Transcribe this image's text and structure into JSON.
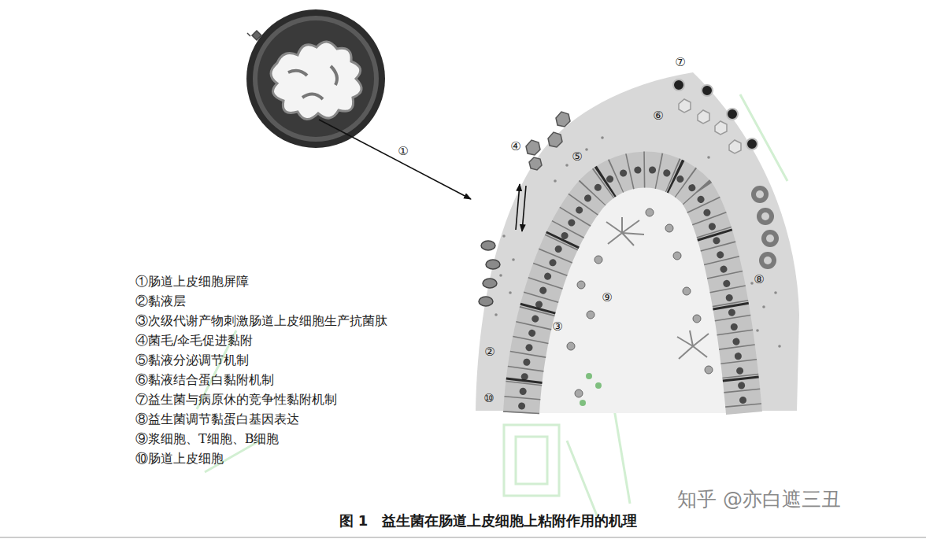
{
  "diagram": {
    "caption": "图 1　益生菌在肠道上皮细胞上粘附作用的机理",
    "labels": [
      "①",
      "②",
      "③",
      "④",
      "⑤",
      "⑥",
      "⑦",
      "⑧",
      "⑨",
      "⑩",
      "知乎 @亦白遮三丑"
    ],
    "legend": [
      {
        "text": "①肠道上皮细胞屏障"
      },
      {
        "text": "②黏液层"
      },
      {
        "text": "③次级代谢产物刺激肠道上皮细胞生产抗菌肽"
      },
      {
        "text": "④菌毛/伞毛促进黏附"
      },
      {
        "text": "⑤黏液分泌调节机制"
      },
      {
        "text": "⑥黏液结合蛋白黏附机制"
      },
      {
        "text": "⑦益生菌与病原休的竞争性黏附机制"
      },
      {
        "text": "⑧益生菌调节黏蛋白基因表达"
      },
      {
        "text": "⑨浆细胞、T细胞、B细胞"
      },
      {
        "text": "⑩肠道上皮细胞"
      }
    ]
  }
}
